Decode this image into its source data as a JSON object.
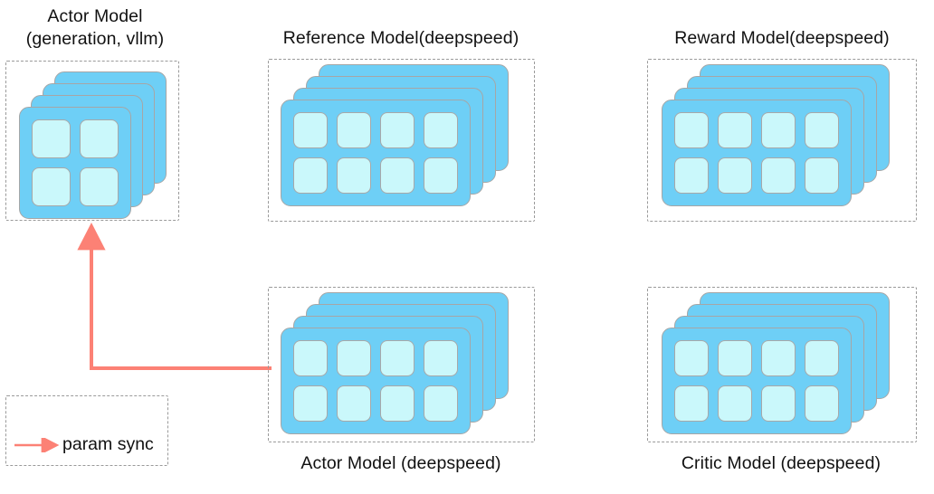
{
  "diagram": {
    "title_note": "PPO / RLHF model placement diagram",
    "accent_arrow_color": "#fc8175",
    "card_color": "#6ecff6",
    "cell_color": "#caf8fb",
    "card_border_color": "#a6a6a6",
    "dash_border_color": "#9a9a9a",
    "background_color": "#ffffff"
  },
  "groups": [
    {
      "id": "actor-vllm",
      "label": "Actor Model\n(generation, vllm)",
      "label_position": "top",
      "stack_count": 4,
      "grid": "2x2",
      "cells": 4
    },
    {
      "id": "reference-model",
      "label": "Reference Model(deepspeed)",
      "label_position": "top",
      "stack_count": 4,
      "grid": "4x2",
      "cells": 8
    },
    {
      "id": "reward-model",
      "label": "Reward Model(deepspeed)",
      "label_position": "top",
      "stack_count": 4,
      "grid": "4x2",
      "cells": 8
    },
    {
      "id": "actor-deepspeed",
      "label": "Actor Model (deepspeed)",
      "label_position": "bottom",
      "stack_count": 4,
      "grid": "4x2",
      "cells": 8
    },
    {
      "id": "critic-model",
      "label": "Critic Model (deepspeed)",
      "label_position": "bottom",
      "stack_count": 4,
      "grid": "4x2",
      "cells": 8
    }
  ],
  "connections": [
    {
      "id": "param-sync-edge",
      "from": "actor-deepspeed",
      "to": "actor-vllm",
      "style": "elbow-arrow",
      "color": "#fc8175"
    }
  ],
  "legend": {
    "items": [
      {
        "label": "param sync",
        "color": "#fc8175",
        "marker": "arrow"
      }
    ]
  }
}
